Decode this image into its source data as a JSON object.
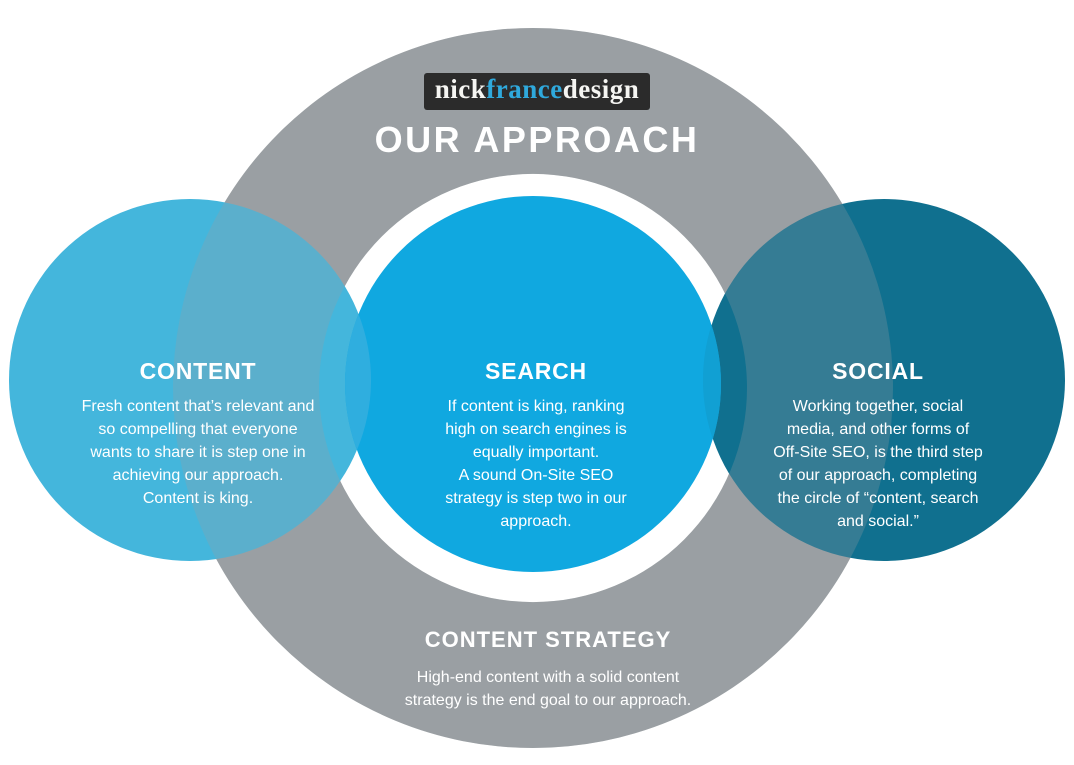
{
  "logo": {
    "part1": "nick",
    "part2": "france",
    "part3": "design"
  },
  "title": "OUR APPROACH",
  "circles": {
    "content": {
      "heading": "CONTENT",
      "body": "Fresh content that’s relevant and\nso compelling that everyone\nwants to share it is step one in\nachieving our approach.\nContent is king."
    },
    "search": {
      "heading": "SEARCH",
      "body": "If content is king, ranking\nhigh on search engines is\nequally important.\nA sound On-Site SEO\nstrategy is step two in our\napproach."
    },
    "social": {
      "heading": "SOCIAL",
      "body": "Working together, social\nmedia, and other forms of\nOff-Site SEO, is the third step\nof our approach, completing\nthe circle of “content, search\nand social.”"
    }
  },
  "footer": {
    "heading": "CONTENT STRATEGY",
    "body": "High-end content with a solid content\nstrategy is the end goal to our approach."
  },
  "colors": {
    "ring": "#9AA0A4",
    "content_circle": "#44B6DC",
    "search_circle": "#10A8E0",
    "social_circle": "#10708F",
    "content_search_overlap": "#2FAEDF",
    "search_social_overlap": "#11A0D3",
    "logo_bg": "#2B2B2B",
    "logo_text": "#F5F5F2",
    "logo_accent": "#2FA9DC",
    "text": "#FFFFFF"
  }
}
